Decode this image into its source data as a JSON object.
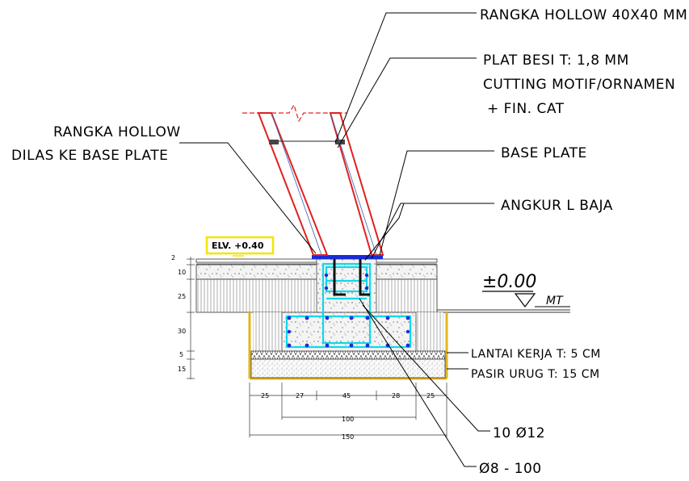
{
  "labels": {
    "hollow_40": "RANGKA HOLLOW 40X40 MM",
    "plat_1": "PLAT BESI T: 1,8 MM",
    "plat_2": "CUTTING MOTIF/ORNAMEN",
    "plat_3": "+ FIN. CAT",
    "hollow_las_1": "RANGKA HOLLOW",
    "hollow_las_2": "DILAS KE BASE PLATE",
    "base_plate": "BASE PLATE",
    "angkur": "ANGKUR L BAJA",
    "lantai_kerja": "LANTAI KERJA T: 5 CM",
    "pasir_urug": "PASIR URUG T: 15 CM",
    "rebar_main": "10 Ø12",
    "rebar_stirrup": "Ø8 - 100"
  },
  "elevation": {
    "tag": "ELV.  +0.40",
    "ground": "±0.00",
    "ground_tag": "MT"
  },
  "dimensions": {
    "vertical": [
      "2",
      "10",
      "25",
      "30",
      "5",
      "15"
    ],
    "bottom": [
      "25",
      "27",
      "45",
      "28",
      "25"
    ],
    "overall_100": "100",
    "overall_150": "150"
  },
  "colors": {
    "steel_red": "#e0201f",
    "plate_blue": "#1a2bd6",
    "rebar_cyan": "#10d8e8",
    "formwork_yellow": "#e2b51c",
    "elv_box": "#f2e600",
    "leader": "#000000"
  }
}
